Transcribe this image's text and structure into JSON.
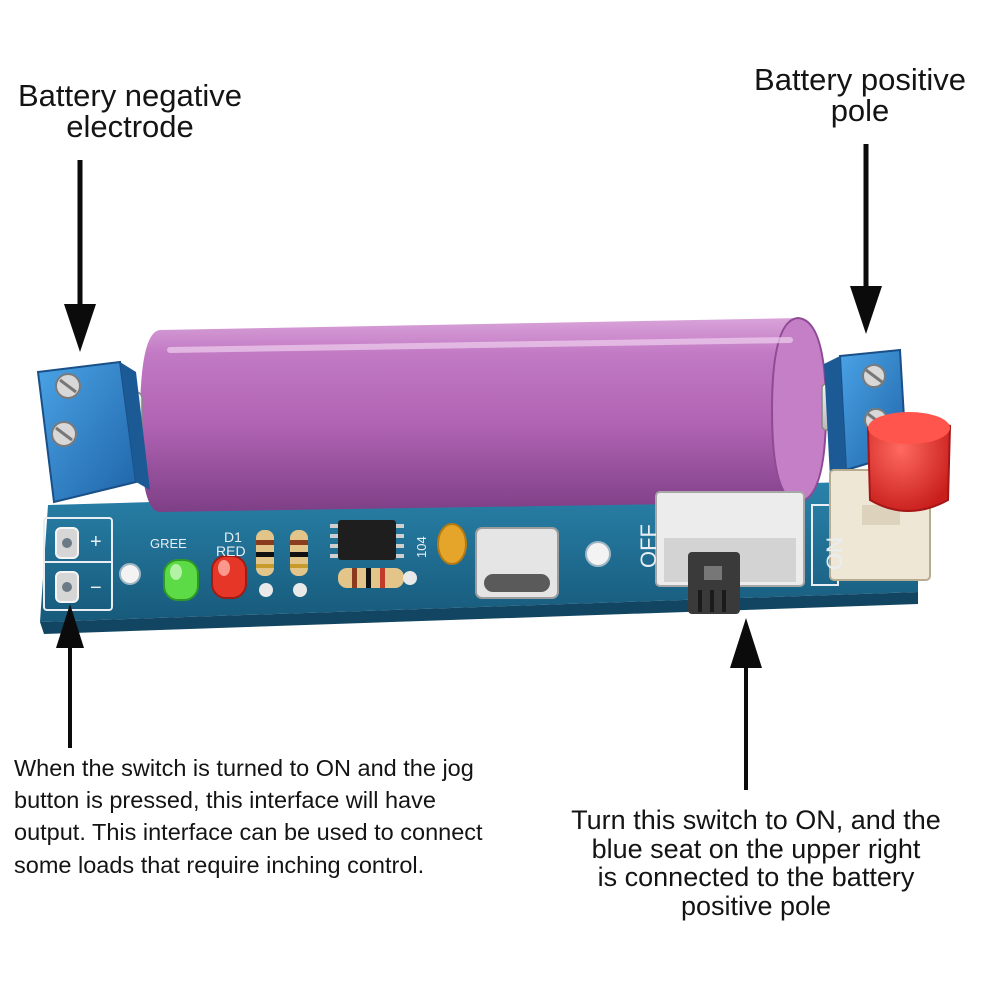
{
  "labels": {
    "battery_negative": [
      "Battery negative",
      "electrode"
    ],
    "battery_positive": [
      "Battery positive",
      "pole"
    ],
    "jog_output": [
      "When the switch is turned to ON and the jog",
      "button is pressed, this interface will have",
      "output. This interface can be used to connect",
      "some loads that require inching control."
    ],
    "switch_on": [
      "Turn this switch to ON, and the",
      "blue seat on the upper right",
      "is connected to the battery",
      "positive pole"
    ]
  },
  "board_silkscreen": {
    "plus": "+",
    "minus": "−",
    "off": "OFF",
    "on": "ON",
    "d1": "D1",
    "red": "RED",
    "green": "GREE",
    "cap_code": "104"
  },
  "colors": {
    "pcb": "#1f6e93",
    "battery": "#b667b8",
    "terminal": "#2f86cc",
    "push_button_cap": "#e53a34",
    "arrow": "#0b0b0b"
  }
}
